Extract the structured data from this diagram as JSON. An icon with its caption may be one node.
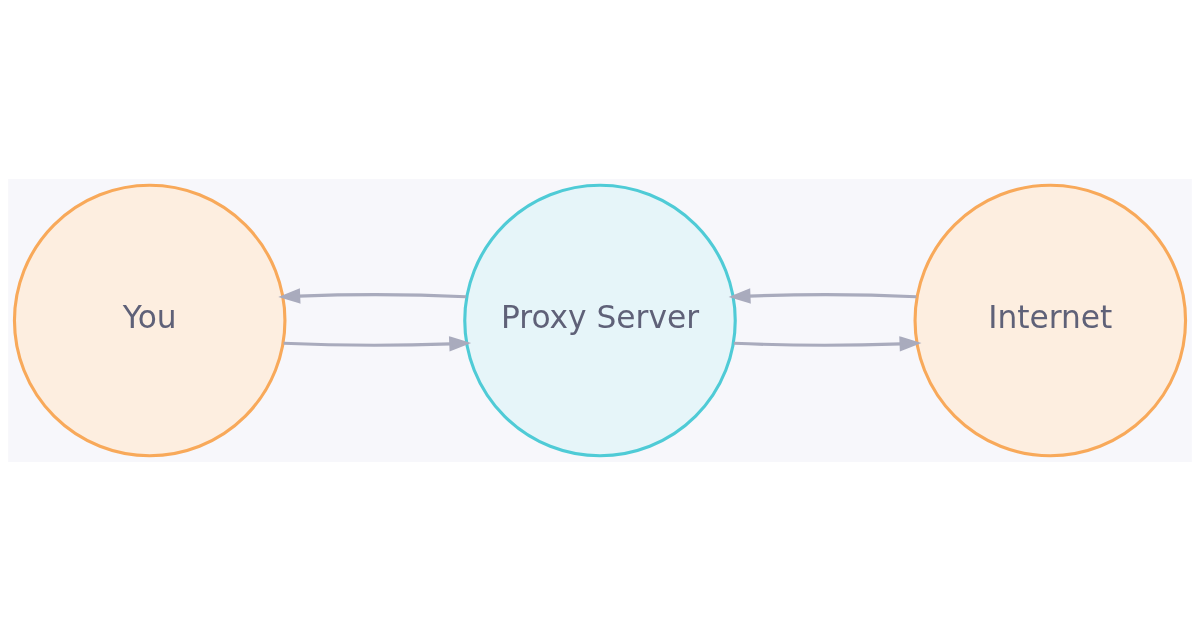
{
  "diagram": {
    "nodes": [
      {
        "text": [
          "You"
        ]
      },
      {
        "text": [
          "Proxy Server"
        ]
      },
      {
        "text": [
          "Internet"
        ]
      }
    ],
    "edges": [
      {
        "from": 0,
        "to": 1,
        "arrow": "to"
      },
      {
        "from": 1,
        "to": 0,
        "arrow": "to"
      },
      {
        "from": 1,
        "to": 2,
        "arrow": "to"
      },
      {
        "from": 2,
        "to": 1,
        "arrow": "to"
      }
    ]
  }
}
